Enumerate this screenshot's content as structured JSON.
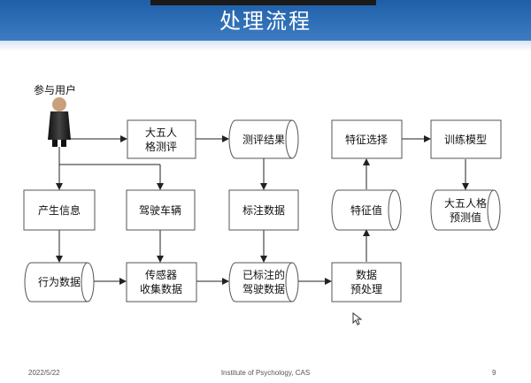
{
  "slide": {
    "title": "处理流程",
    "user_label": "参与用户",
    "footer": {
      "date": "2022/5/22",
      "org": "Institute of Psychology, CAS",
      "page": "9"
    }
  },
  "nodes": {
    "big_five_eval": [
      "大五人",
      "格测评"
    ],
    "eval_result": [
      "测评结果"
    ],
    "feature_select": [
      "特征选择"
    ],
    "train_model": [
      "训练模型"
    ],
    "gen_info": [
      "产生信息"
    ],
    "drive_vehicle": [
      "驾驶车辆"
    ],
    "label_data": [
      "标注数据"
    ],
    "feature_value": [
      "特征值"
    ],
    "big_five_pred": [
      "大五人格",
      "预测值"
    ],
    "behavior_data": [
      "行为数据"
    ],
    "sensor_data": [
      "传感器",
      "收集数据"
    ],
    "labeled_drive": [
      "已标注的",
      "驾驶数据"
    ],
    "preprocess": [
      "数据",
      "预处理"
    ]
  },
  "colors": {
    "header": "#2a6db5",
    "stroke": "#555555",
    "box_fill": "#ffffff"
  }
}
